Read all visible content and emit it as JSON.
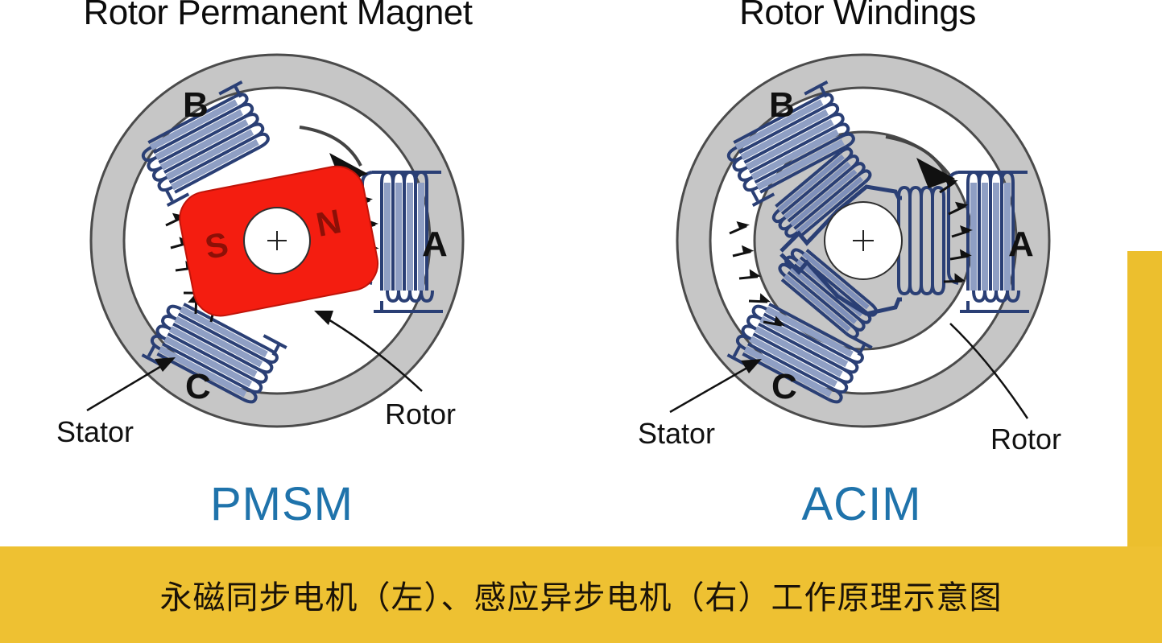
{
  "page": {
    "background": "#ffffff",
    "accent_yellow": "#eec132",
    "accent_blue": "#1f73ab",
    "magnet_red": "#f41d10",
    "iron_gray": "#c6c6c6",
    "coil_blue": "#2a3f75"
  },
  "caption": {
    "text": "永磁同步电机（左）、感应异步电机（右）工作原理示意图"
  },
  "left_diagram": {
    "title": "Rotor Permanent Magnet",
    "motor_name": "PMSM",
    "phases": [
      "A",
      "B",
      "C"
    ],
    "magnet_poles": [
      "S",
      "N"
    ],
    "labels": {
      "stator": "Stator",
      "rotor": "Rotor"
    }
  },
  "right_diagram": {
    "title": "Rotor Windings",
    "motor_name": "ACIM",
    "phases": [
      "A",
      "B",
      "C"
    ],
    "labels": {
      "stator": "Stator",
      "rotor": "Rotor"
    }
  }
}
